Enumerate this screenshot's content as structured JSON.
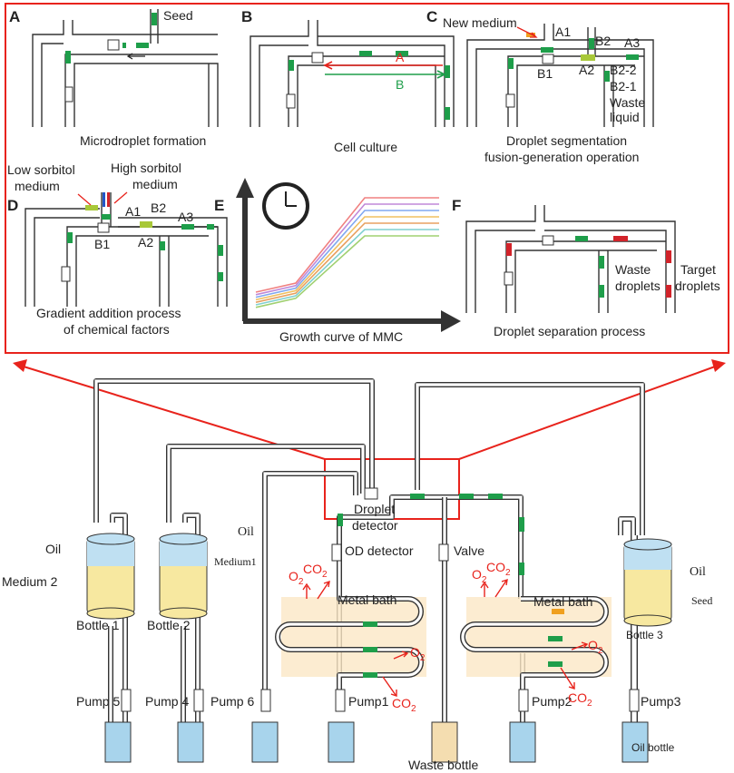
{
  "panels": {
    "A": {
      "letter": "A",
      "caption": "Microdroplet formation",
      "seed": "Seed"
    },
    "B": {
      "letter": "B",
      "caption": "Cell culture",
      "label_a": "A",
      "label_b": "B"
    },
    "C": {
      "letter": "C",
      "caption_line1": "Droplet segmentation",
      "caption_line2": "fusion-generation operation",
      "new_medium": "New medium",
      "a1": "A1",
      "a2": "A2",
      "a3": "A3",
      "b1": "B1",
      "b2": "B2",
      "b2_2": "B2-2",
      "b2_1": "B2-1",
      "waste_line1": "Waste",
      "waste_line2": "liquid"
    },
    "D": {
      "letter": "D",
      "caption_line1": "Gradient addition process",
      "caption_line2": "of chemical factors",
      "low_line1": "Low sorbitol",
      "low_line2": "medium",
      "high_line1": "High sorbitol",
      "high_line2": "medium",
      "a1": "A1",
      "a2": "A2",
      "a3": "A3",
      "b1": "B1",
      "b2": "B2"
    },
    "E": {
      "letter": "E",
      "caption": "Growth curve of MMC"
    },
    "F": {
      "letter": "F",
      "caption": "Droplet separation process",
      "waste_line1": "Waste",
      "waste_line2": "droplets",
      "target_line1": "Target",
      "target_line2": "droplets"
    }
  },
  "system": {
    "bottle1": {
      "label": "Bottle 1",
      "oil": "Oil",
      "medium": "Medium 2"
    },
    "bottle2": {
      "label": "Bottle 2",
      "oil": "Oil",
      "medium": "Medium1"
    },
    "bottle3": {
      "label": "Bottle 3",
      "oil": "Oil",
      "seed": "Seed"
    },
    "droplet_detector_line1": "Droplet",
    "droplet_detector_line2": "detector",
    "od_detector": "OD detector",
    "valve": "Valve",
    "metal_bath_1": "Metal bath",
    "metal_bath_2": "Metal bath",
    "pumps": {
      "p5": "Pump 5",
      "p4": "Pump 4",
      "p6": "Pump 6",
      "p1": "Pump1",
      "p2": "Pump2",
      "p3": "Pump3"
    },
    "waste_bottle": "Waste bottle",
    "oil_bottle": "Oil bottle",
    "gas": {
      "o2": "O",
      "co2": "CO",
      "sub2": "2"
    }
  },
  "colors": {
    "frame_red": "#e8231c",
    "droplet_green": "#1e9e4a",
    "droplet_red": "#d2232a",
    "tube_dark": "#333333",
    "medium_yellow": "#f7e8a0",
    "oil_blue": "#bfe0f2",
    "bath_fill": "#fbe7c6",
    "waste_fill": "#f4ddb0"
  },
  "growth_curves": [
    "#f08080",
    "#c088d8",
    "#80a8f0",
    "#f0c060",
    "#e8a060",
    "#80d0d0",
    "#a0d070"
  ]
}
